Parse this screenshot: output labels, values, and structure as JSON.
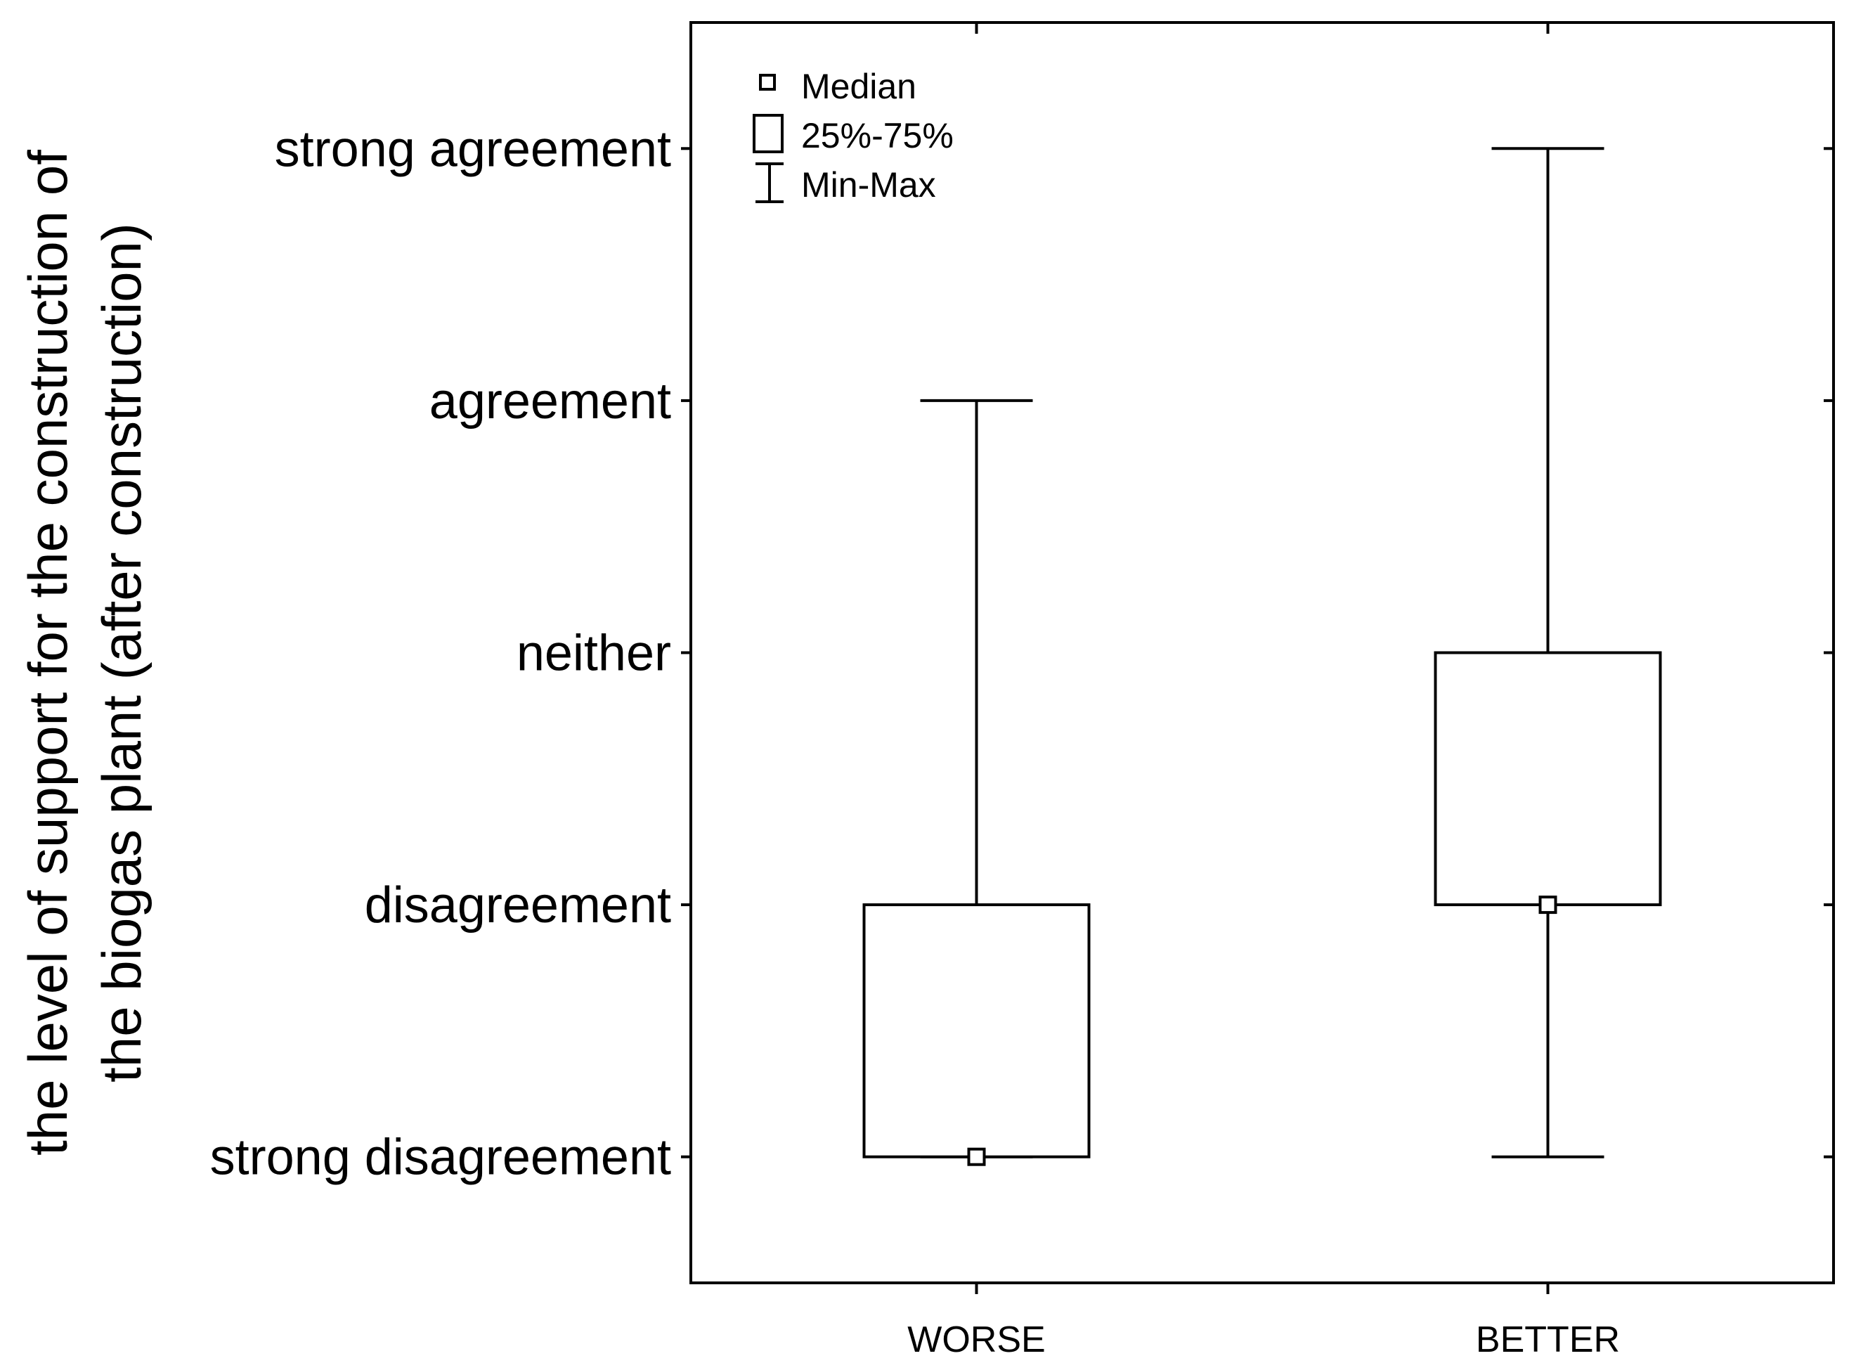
{
  "chart_data": {
    "type": "box",
    "categories": [
      "WORSE",
      "BETTER"
    ],
    "y_levels": [
      "strong disagreement",
      "disagreement",
      "neither",
      "agreement",
      "strong agreement"
    ],
    "ylim": [
      0.5,
      5.5
    ],
    "ylabel_lines": [
      "the level of support for the construction of",
      "the biogas plant (after construction)"
    ],
    "xlabel": "",
    "grid": false,
    "legend_position": "top-left",
    "legend": {
      "median": "Median",
      "box": "25%-75%",
      "whisker": "Min-Max"
    },
    "boxes": [
      {
        "category": "WORSE",
        "min": 1,
        "q1": 1,
        "median": 1,
        "q3": 2,
        "max": 4
      },
      {
        "category": "BETTER",
        "min": 1,
        "q1": 2,
        "median": 2,
        "q3": 3,
        "max": 5
      }
    ],
    "colors": {
      "line": "#000000",
      "box_fill": "#ffffff"
    }
  }
}
